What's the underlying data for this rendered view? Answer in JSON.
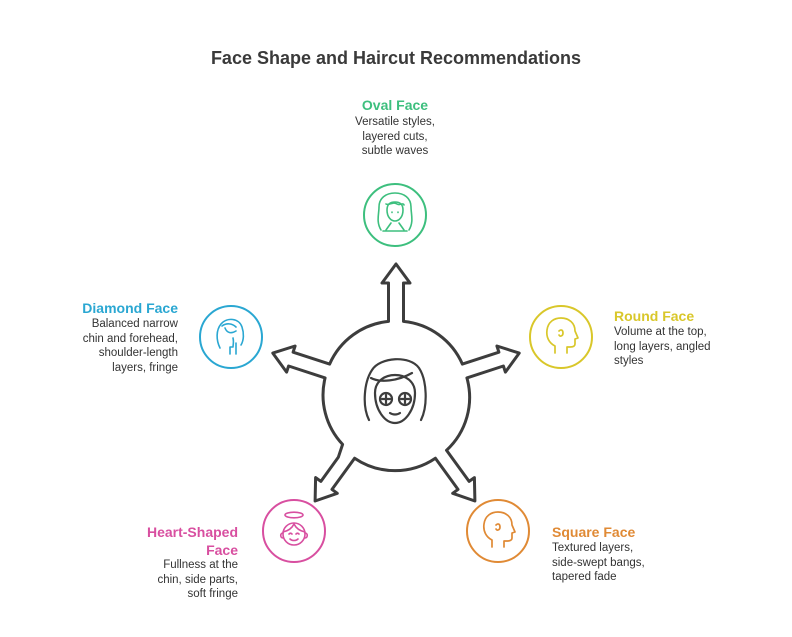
{
  "title": "Face Shape and Haircut Recommendations",
  "colors": {
    "outline": "#3d3d3d",
    "oval": "#3dbf7e",
    "round": "#d9c72a",
    "square": "#e08a35",
    "heart": "#d84fa0",
    "diamond": "#2aa7d2"
  },
  "center": {
    "icon": "face-icon"
  },
  "nodes": {
    "oval": {
      "title": "Oval Face",
      "description": "Versatile styles,\nlayered cuts,\nsubtle waves",
      "icon": "woman-curly-hair-icon"
    },
    "round": {
      "title": "Round Face",
      "description": "Volume at the top,\nlong layers, angled\nstyles",
      "icon": "head-profile-icon"
    },
    "square": {
      "title": "Square Face",
      "description": "Textured layers,\nside-swept bangs,\ntapered fade",
      "icon": "head-profile-icon"
    },
    "heart": {
      "title_line1": "Heart-Shaped",
      "title_line2": "Face",
      "description": "Fullness at the\nchin, side parts,\nsoft fringe",
      "icon": "angel-face-icon"
    },
    "diamond": {
      "title": "Diamond Face",
      "description": "Balanced narrow\nchin and forehead,\nshoulder-length\nlayers, fringe",
      "icon": "woman-profile-icon"
    }
  }
}
